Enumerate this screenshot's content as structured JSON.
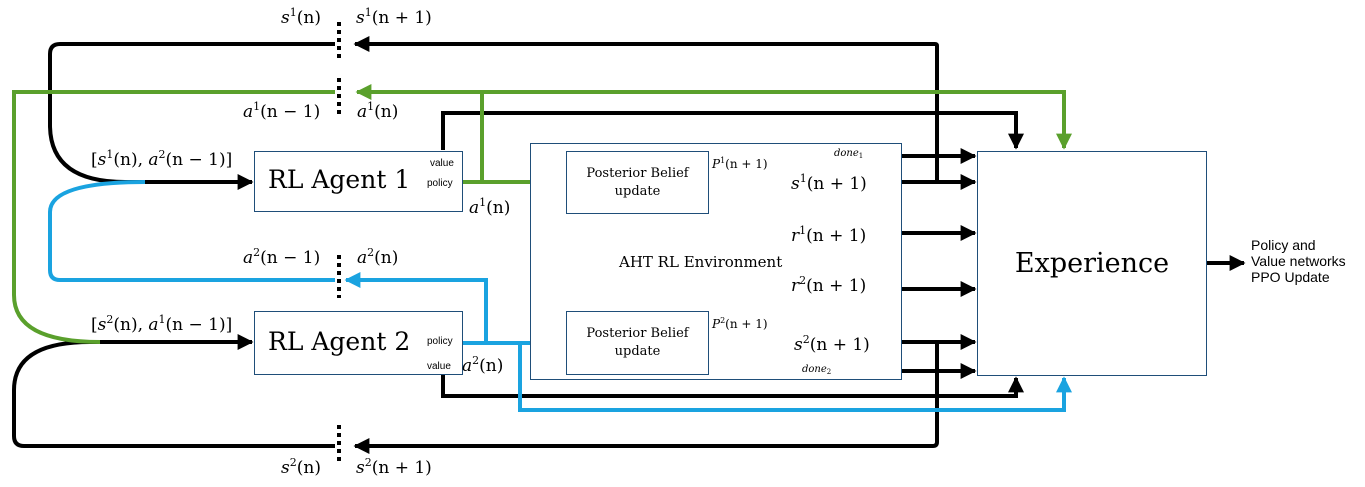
{
  "colors": {
    "black": "#000000",
    "green": "#5aa02c",
    "blue": "#1aa3e0",
    "box_border": "#1f4e79"
  },
  "agent1": {
    "title": "RL Agent 1",
    "port_value": "value",
    "port_policy": "policy"
  },
  "agent2": {
    "title": "RL Agent 2",
    "port_policy": "policy",
    "port_value": "value"
  },
  "environment": {
    "title": "AHT RL Environment"
  },
  "belief1": {
    "line1": "Posterior Belief",
    "line2": "update"
  },
  "belief2": {
    "line1": "Posterior Belief",
    "line2": "update"
  },
  "experience": {
    "title": "Experience"
  },
  "output": {
    "line1": "Policy and",
    "line2": "Value networks",
    "line3": "PPO Update"
  },
  "labels": {
    "s": "s",
    "a": "a",
    "r": "r",
    "P": "P",
    "one": "1",
    "two": "2",
    "n": "(n)",
    "n_plus_1": "(n + 1)",
    "n_minus_1": "(n − 1)",
    "open_bracket": "[",
    "close_bracket": ")]",
    "comma": "(n), ",
    "done": "done"
  }
}
